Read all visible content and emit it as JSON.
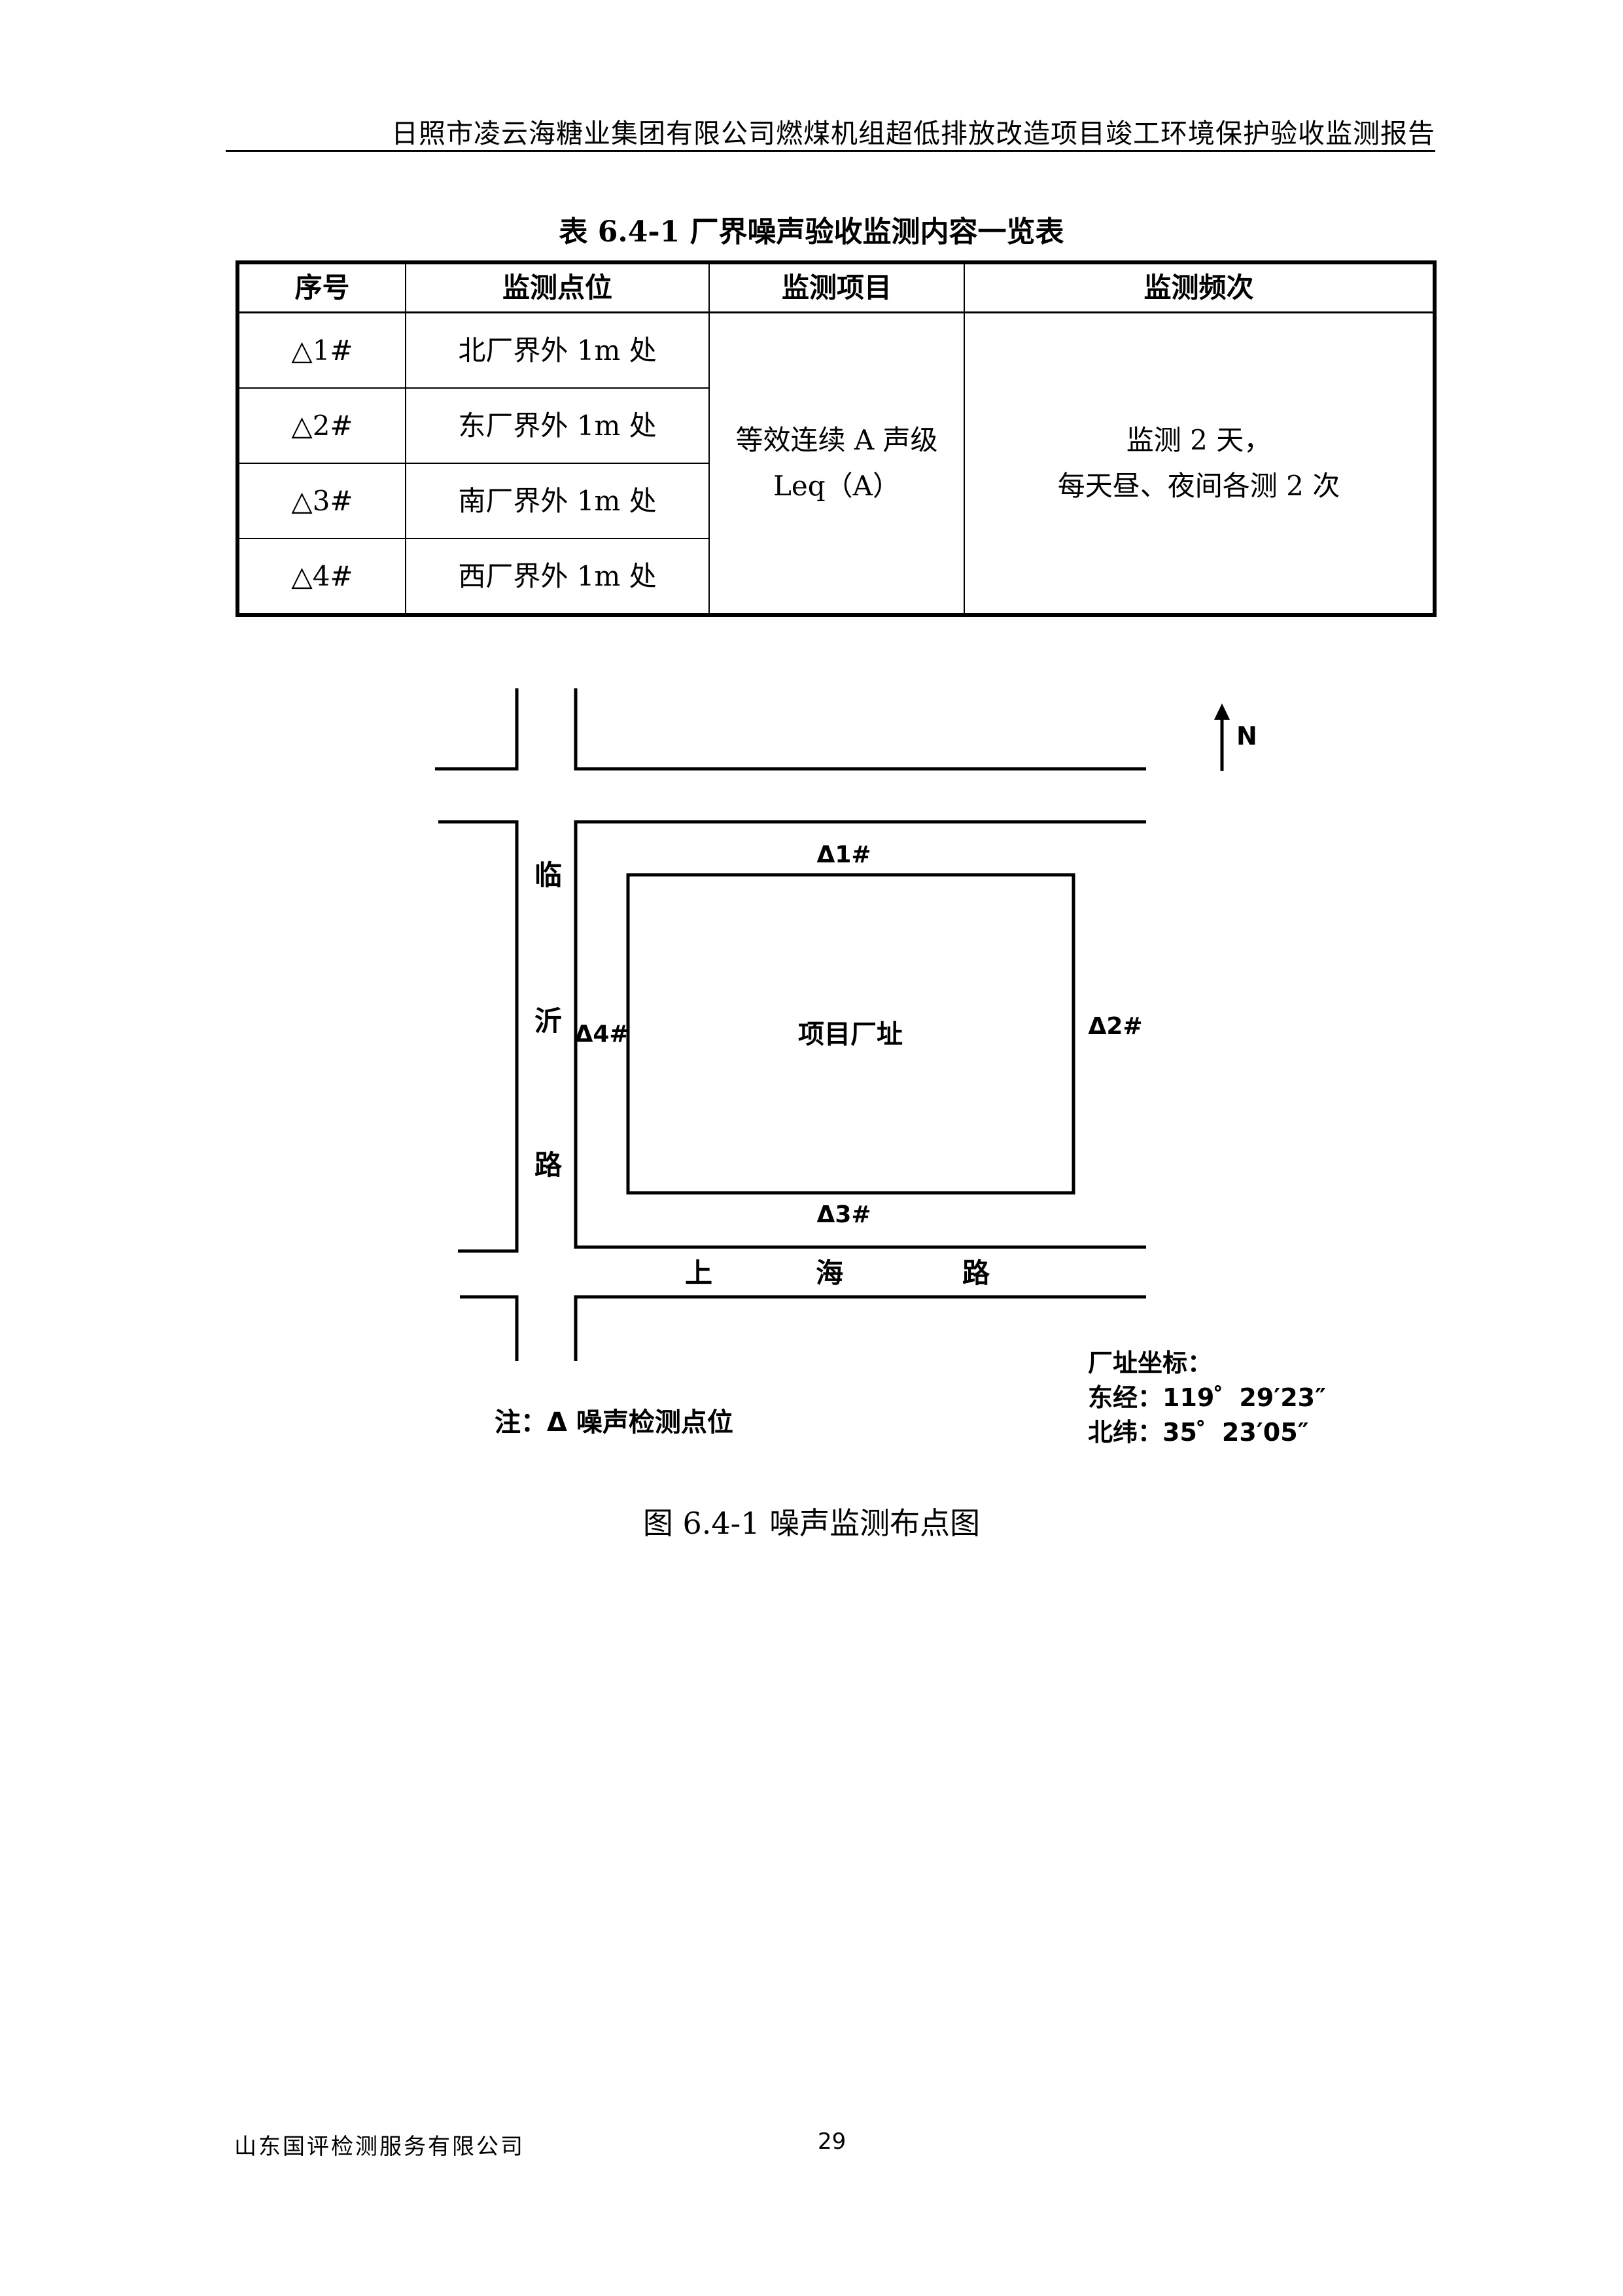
{
  "header": {
    "title": "日照市凌云海糖业集团有限公司燃煤机组超低排放改造项目竣工环境保护验收监测报告"
  },
  "table": {
    "caption": "表 6.4-1  厂界噪声验收监测内容一览表",
    "headers": [
      "序号",
      "监测点位",
      "监测项目",
      "监测频次"
    ],
    "rows": [
      {
        "seq": "△1#",
        "point": "北厂界外 1m 处"
      },
      {
        "seq": "△2#",
        "point": "东厂界外 1m 处"
      },
      {
        "seq": "△3#",
        "point": "南厂界外 1m 处"
      },
      {
        "seq": "△4#",
        "point": "西厂界外 1m 处"
      }
    ],
    "item_line1": "等效连续 A 声级",
    "item_line2": "Leq（A）",
    "freq_line1": "监测 2 天，",
    "freq_line2": "每天昼、夜间各测 2 次"
  },
  "map": {
    "north": "N",
    "site": "项目厂址",
    "points": {
      "p1": "Δ1#",
      "p2": "Δ2#",
      "p3": "Δ3#",
      "p4": "Δ4#"
    },
    "road_west": [
      "临",
      "沂",
      "路"
    ],
    "road_south": [
      "上",
      "海",
      "路"
    ],
    "note": "注：Δ 噪声检测点位",
    "coord_title": "厂址坐标：",
    "coord_east": "东经：119゜29′23″",
    "coord_north": "北纬：35゜23′05″"
  },
  "figure_caption": "图 6.4-1 噪声监测布点图",
  "footer": {
    "company": "山东国评检测服务有限公司",
    "page": "29"
  }
}
